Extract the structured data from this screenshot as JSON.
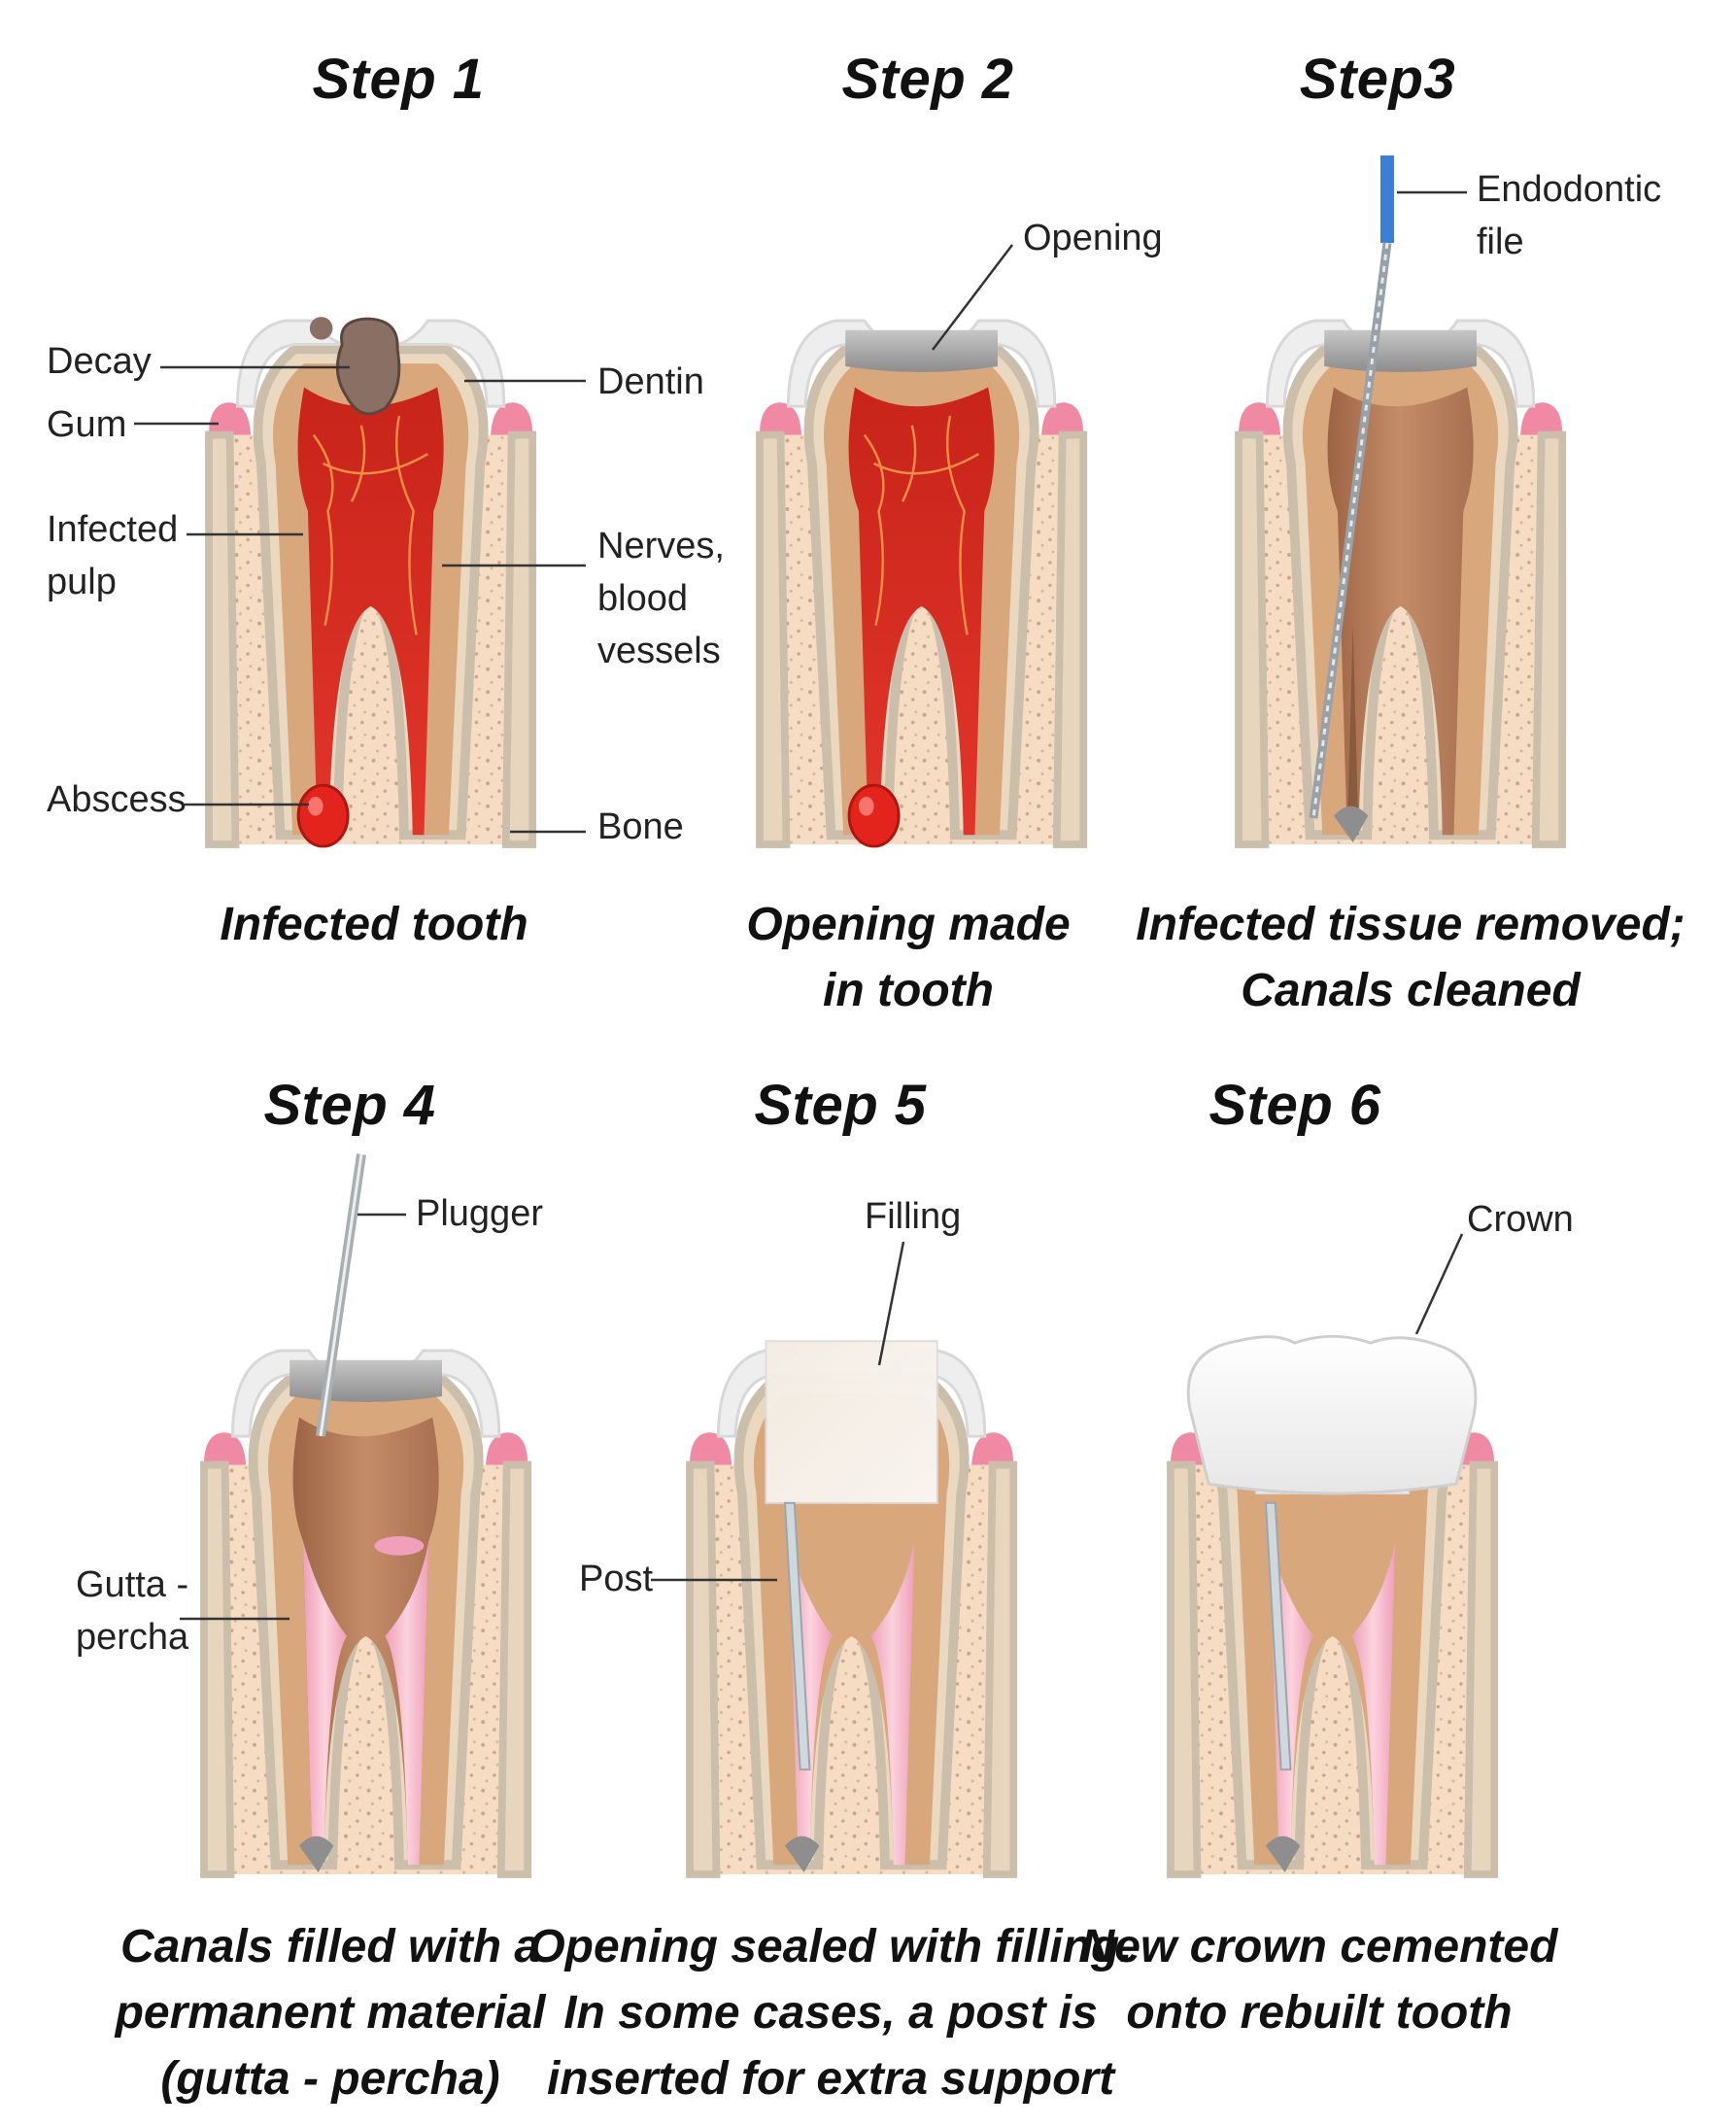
{
  "panels": [
    {
      "step": "Step 1",
      "caption": [
        "Infected tooth"
      ]
    },
    {
      "step": "Step 2",
      "caption": [
        "Opening made",
        "in tooth"
      ]
    },
    {
      "step": "Step3",
      "caption": [
        "Infected tissue removed;",
        "Canals cleaned"
      ]
    },
    {
      "step": "Step 4",
      "caption": [
        "Canals filled with a",
        "permanent material",
        "(gutta - percha)"
      ]
    },
    {
      "step": "Step 5",
      "caption": [
        "Opening sealed with filling.",
        "In some cases, a post is",
        "inserted for extra support"
      ]
    },
    {
      "step": "Step 6",
      "caption": [
        "New crown cemented",
        "onto rebuilt tooth"
      ]
    }
  ],
  "labels": {
    "decay": "Decay",
    "gum": "Gum",
    "infected_pulp": [
      "Infected",
      "pulp"
    ],
    "abscess": "Abscess",
    "dentin": "Dentin",
    "nerves": [
      "Nerves,",
      "blood",
      "vessels"
    ],
    "bone": "Bone",
    "opening": "Opening",
    "endodontic_file": [
      "Endodontic",
      "file"
    ],
    "plugger": "Plugger",
    "gutta_percha": [
      "Gutta -",
      "percha"
    ],
    "filling": "Filling",
    "post": "Post",
    "crown": "Crown"
  },
  "colors": {
    "bone": "#f6dcc3",
    "bone_dots": "#c9a58a",
    "gum": "#f08aa4",
    "root_outline": "#cbbfac",
    "enamel": "#eeeeee",
    "dentin": "#d8a77c",
    "pulp_infected": "#d8281c",
    "pulp_cleaned": "#b47a58",
    "gutta_percha": "#f2b2c6",
    "temp_filling": "#a8a8a8",
    "crown": "#f7f7f7"
  }
}
